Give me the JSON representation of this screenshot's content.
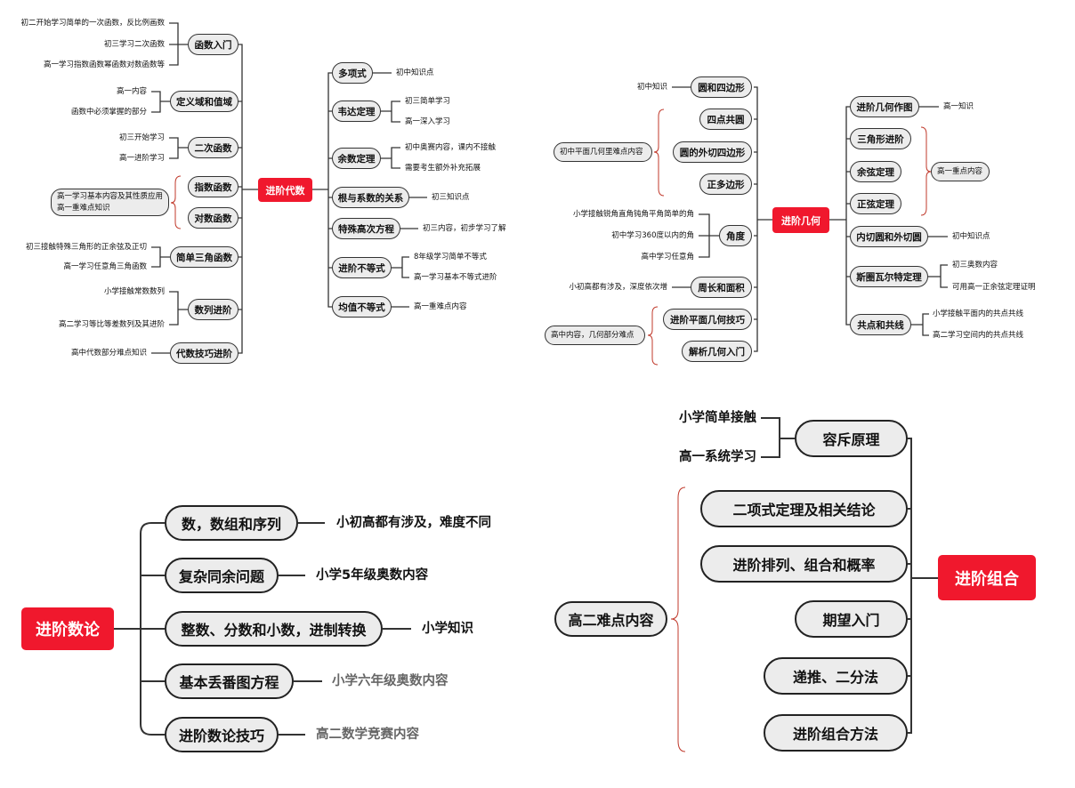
{
  "algebra": {
    "root": "进阶代数",
    "left": [
      {
        "label": "函数入门",
        "notes": [
          "初二开始学习简单的一次函数，反比例画数",
          "初三学习二次函数",
          "高一学习指数函数幂函数对数函数等"
        ]
      },
      {
        "label": "定义域和值域",
        "notes": [
          "高一内容",
          "函数中必须掌握的部分"
        ]
      },
      {
        "label": "二次函数",
        "notes": [
          "初三开始学习",
          "高一进阶学习"
        ]
      },
      {
        "label": "指数函数"
      },
      {
        "label": "对数函数"
      },
      {
        "label": "简单三角函数",
        "notes": [
          "初三接触特殊三角形的正余弦及正切",
          "高一学习任意角三角函数"
        ]
      },
      {
        "label": "数列进阶",
        "notes": [
          "小学接触常数数列",
          "高二学习等比等差数列及其进阶"
        ]
      },
      {
        "label": "代数技巧进阶",
        "notes": [
          "高中代数部分难点知识"
        ]
      }
    ],
    "left_summary": [
      "高一学习基本内容及其性质应用",
      "高一重难点知识"
    ],
    "right": [
      {
        "label": "多项式",
        "notes": [
          "初中知识点"
        ]
      },
      {
        "label": "韦达定理",
        "notes": [
          "初三简单学习",
          "高一深入学习"
        ]
      },
      {
        "label": "余数定理",
        "notes": [
          "初中奥赛内容，课内不接触",
          "需要考生额外补充拓展"
        ]
      },
      {
        "label": "根与系数的关系",
        "notes": [
          "初三知识点"
        ]
      },
      {
        "label": "特殊高次方程",
        "notes": [
          "初三内容，初步学习了解"
        ]
      },
      {
        "label": "进阶不等式",
        "notes": [
          "8年级学习简单不等式",
          "高一学习基本不等式进阶"
        ]
      },
      {
        "label": "均值不等式",
        "notes": [
          "高一重难点内容"
        ]
      }
    ]
  },
  "geometry": {
    "root": "进阶几何",
    "left": [
      {
        "label": "圆和四边形",
        "notes": [
          "初中知识"
        ]
      },
      {
        "label": "四点共圆"
      },
      {
        "label": "圆的外切四边形"
      },
      {
        "label": "正多边形"
      },
      {
        "label": "角度",
        "notes": [
          "小学接触锐角直角钝角平角简单的角",
          "初中学习360度以内的角",
          "高中学习任意角"
        ]
      },
      {
        "label": "周长和面积",
        "notes": [
          "小初高都有涉及，深度依次增"
        ]
      },
      {
        "label": "进阶平面几何技巧"
      },
      {
        "label": "解析几何入门"
      }
    ],
    "left_summaries": [
      "初中平面几何里难点内容",
      "高中内容，几何部分难点"
    ],
    "right": [
      {
        "label": "进阶几何作图",
        "notes": [
          "高一知识"
        ]
      },
      {
        "label": "三角形进阶"
      },
      {
        "label": "余弦定理"
      },
      {
        "label": "正弦定理"
      },
      {
        "label": "内切圆和外切圆",
        "notes": [
          "初中知识点"
        ]
      },
      {
        "label": "斯圈瓦尔特定理",
        "notes": [
          "初三奥数内容",
          "可用高一正余弦定理证明"
        ]
      },
      {
        "label": "共点和共线",
        "notes": [
          "小学接触平面内的共点共线",
          "高二学习空间内的共点共线"
        ]
      }
    ],
    "right_summary": "高一重点内容"
  },
  "number_theory": {
    "root": "进阶数论",
    "branches": [
      {
        "label": "数，数组和序列",
        "note": "小初高都有涉及，难度不同"
      },
      {
        "label": "复杂同余问题",
        "note": "小学5年级奥数内容"
      },
      {
        "label": "整数、分数和小数，进制转换",
        "note": "小学知识"
      },
      {
        "label": "基本丢番图方程",
        "note": "小学六年级奥数内容"
      },
      {
        "label": "进阶数论技巧",
        "note": "高二数学竞赛内容"
      }
    ]
  },
  "combinatorics": {
    "root": "进阶组合",
    "branches": [
      {
        "label": "容斥原理",
        "notes": [
          "小学简单接触",
          "高一系统学习"
        ]
      },
      {
        "label": "二项式定理及相关结论"
      },
      {
        "label": "进阶排列、组合和概率"
      },
      {
        "label": "期望入门"
      },
      {
        "label": "递推、二分法"
      },
      {
        "label": "进阶组合方法"
      }
    ],
    "summary": "高二难点内容"
  },
  "colors": {
    "root": "#f0182d",
    "brace": "#c0392b",
    "node": "#ececec"
  }
}
